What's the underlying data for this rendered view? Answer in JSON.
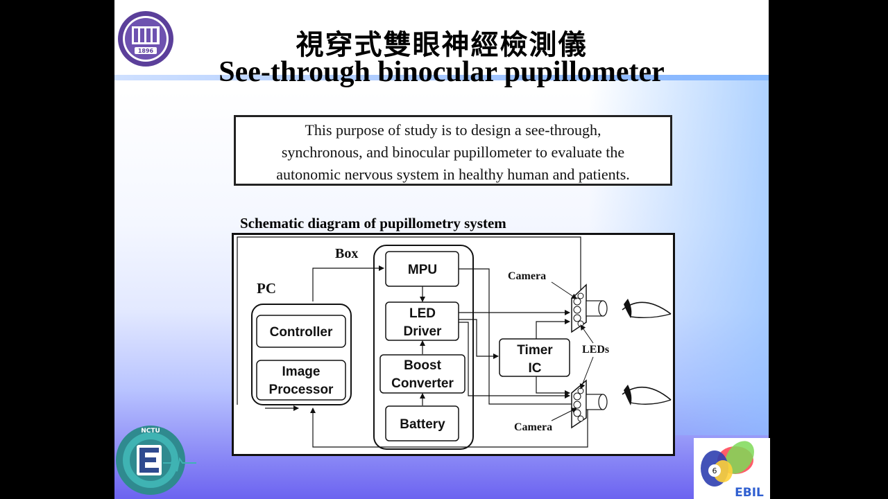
{
  "slide": {
    "title_zh": "視穿式雙眼神經檢測儀",
    "title_en": "See-through binocular pupillometer",
    "purpose_lines": [
      "This purpose of study is to design a see-through,",
      "synchronous, and binocular pupillometer to evaluate the",
      "autonomic nervous system in healthy human and patients."
    ],
    "schematic_heading": "Schematic diagram  of  pupillometry  system",
    "page_number": "6"
  },
  "diagram": {
    "pc_label": "PC",
    "box_label": "Box",
    "controller": "Controller",
    "image_processor": [
      "Image",
      "Processor"
    ],
    "mpu": "MPU",
    "led_driver": [
      "LED",
      "Driver"
    ],
    "boost_converter": [
      "Boost",
      "Converter"
    ],
    "battery": "Battery",
    "timer_ic": [
      "Timer",
      "IC"
    ],
    "camera_top": "Camera",
    "camera_bottom": "Camera",
    "leds": "LEDs"
  },
  "logos": {
    "top_left": "1896",
    "bottom_left": "NCTU",
    "bottom_right": "EBIL"
  },
  "colors": {
    "accent_blue": "#7fb0ff",
    "gradient_purple": "#6c63f0"
  }
}
